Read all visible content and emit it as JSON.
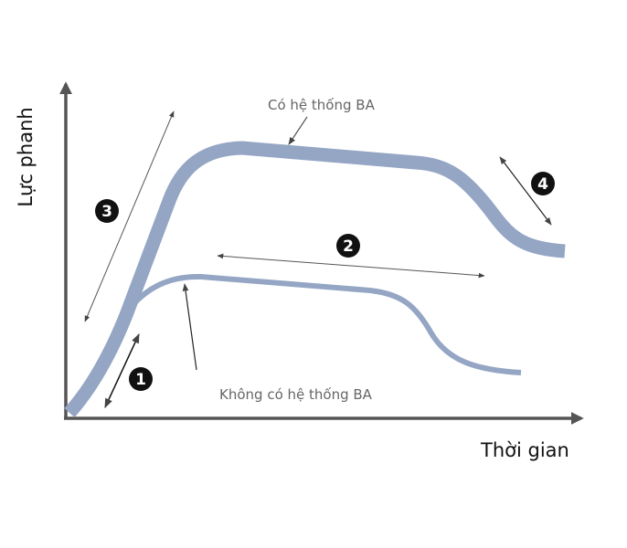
{
  "y_axis_label": "Lực phanh",
  "x_axis_label": "Thời gian",
  "curve_with_ba_label": "Có hệ thống BA",
  "curve_without_ba_label": "Không có hệ thống BA",
  "markers": [
    "1",
    "2",
    "3",
    "4"
  ],
  "colors": {
    "curve": "#94a6c4",
    "axis": "#555555",
    "arrow": "#555555",
    "marker": "#111111"
  }
}
